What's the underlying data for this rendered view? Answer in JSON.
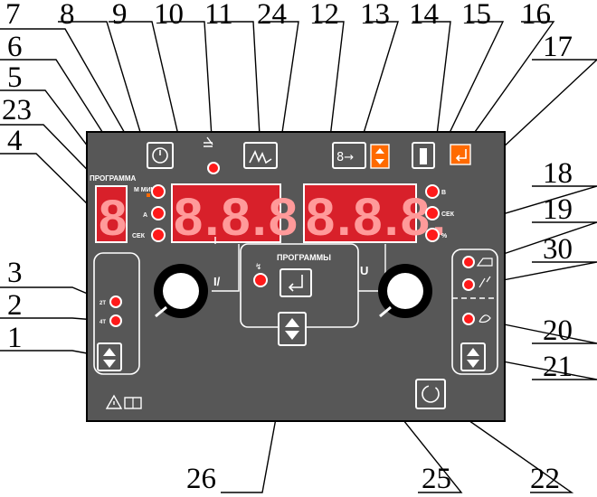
{
  "callouts": [
    "7",
    "8",
    "9",
    "10",
    "11",
    "24",
    "12",
    "13",
    "14",
    "15",
    "16",
    "17",
    "6",
    "5",
    "23",
    "4",
    "18",
    "19",
    "30",
    "3",
    "2",
    "1",
    "20",
    "21",
    "26",
    "25",
    "22"
  ],
  "panel": {
    "program_label": "ПРОГРАММА",
    "m_min_label": "М\nМИН",
    "a_label": "А",
    "sec_label": "СЕК",
    "programs_label": "ПРОГРАММЫ",
    "v_label": "В",
    "sec2_label": "СЕК",
    "pct_label": "%",
    "t2_label": "2Т",
    "t4_label": "4Т",
    "u_label": "U",
    "i_label": "I/",
    "display_left": "8",
    "display_mid": "8.8.8.",
    "display_right": "8.8.8."
  },
  "colors": {
    "panel": "#575757",
    "led": "#ff1a1a",
    "display_bg": "#d8202a",
    "orange": "#ff6a00"
  }
}
